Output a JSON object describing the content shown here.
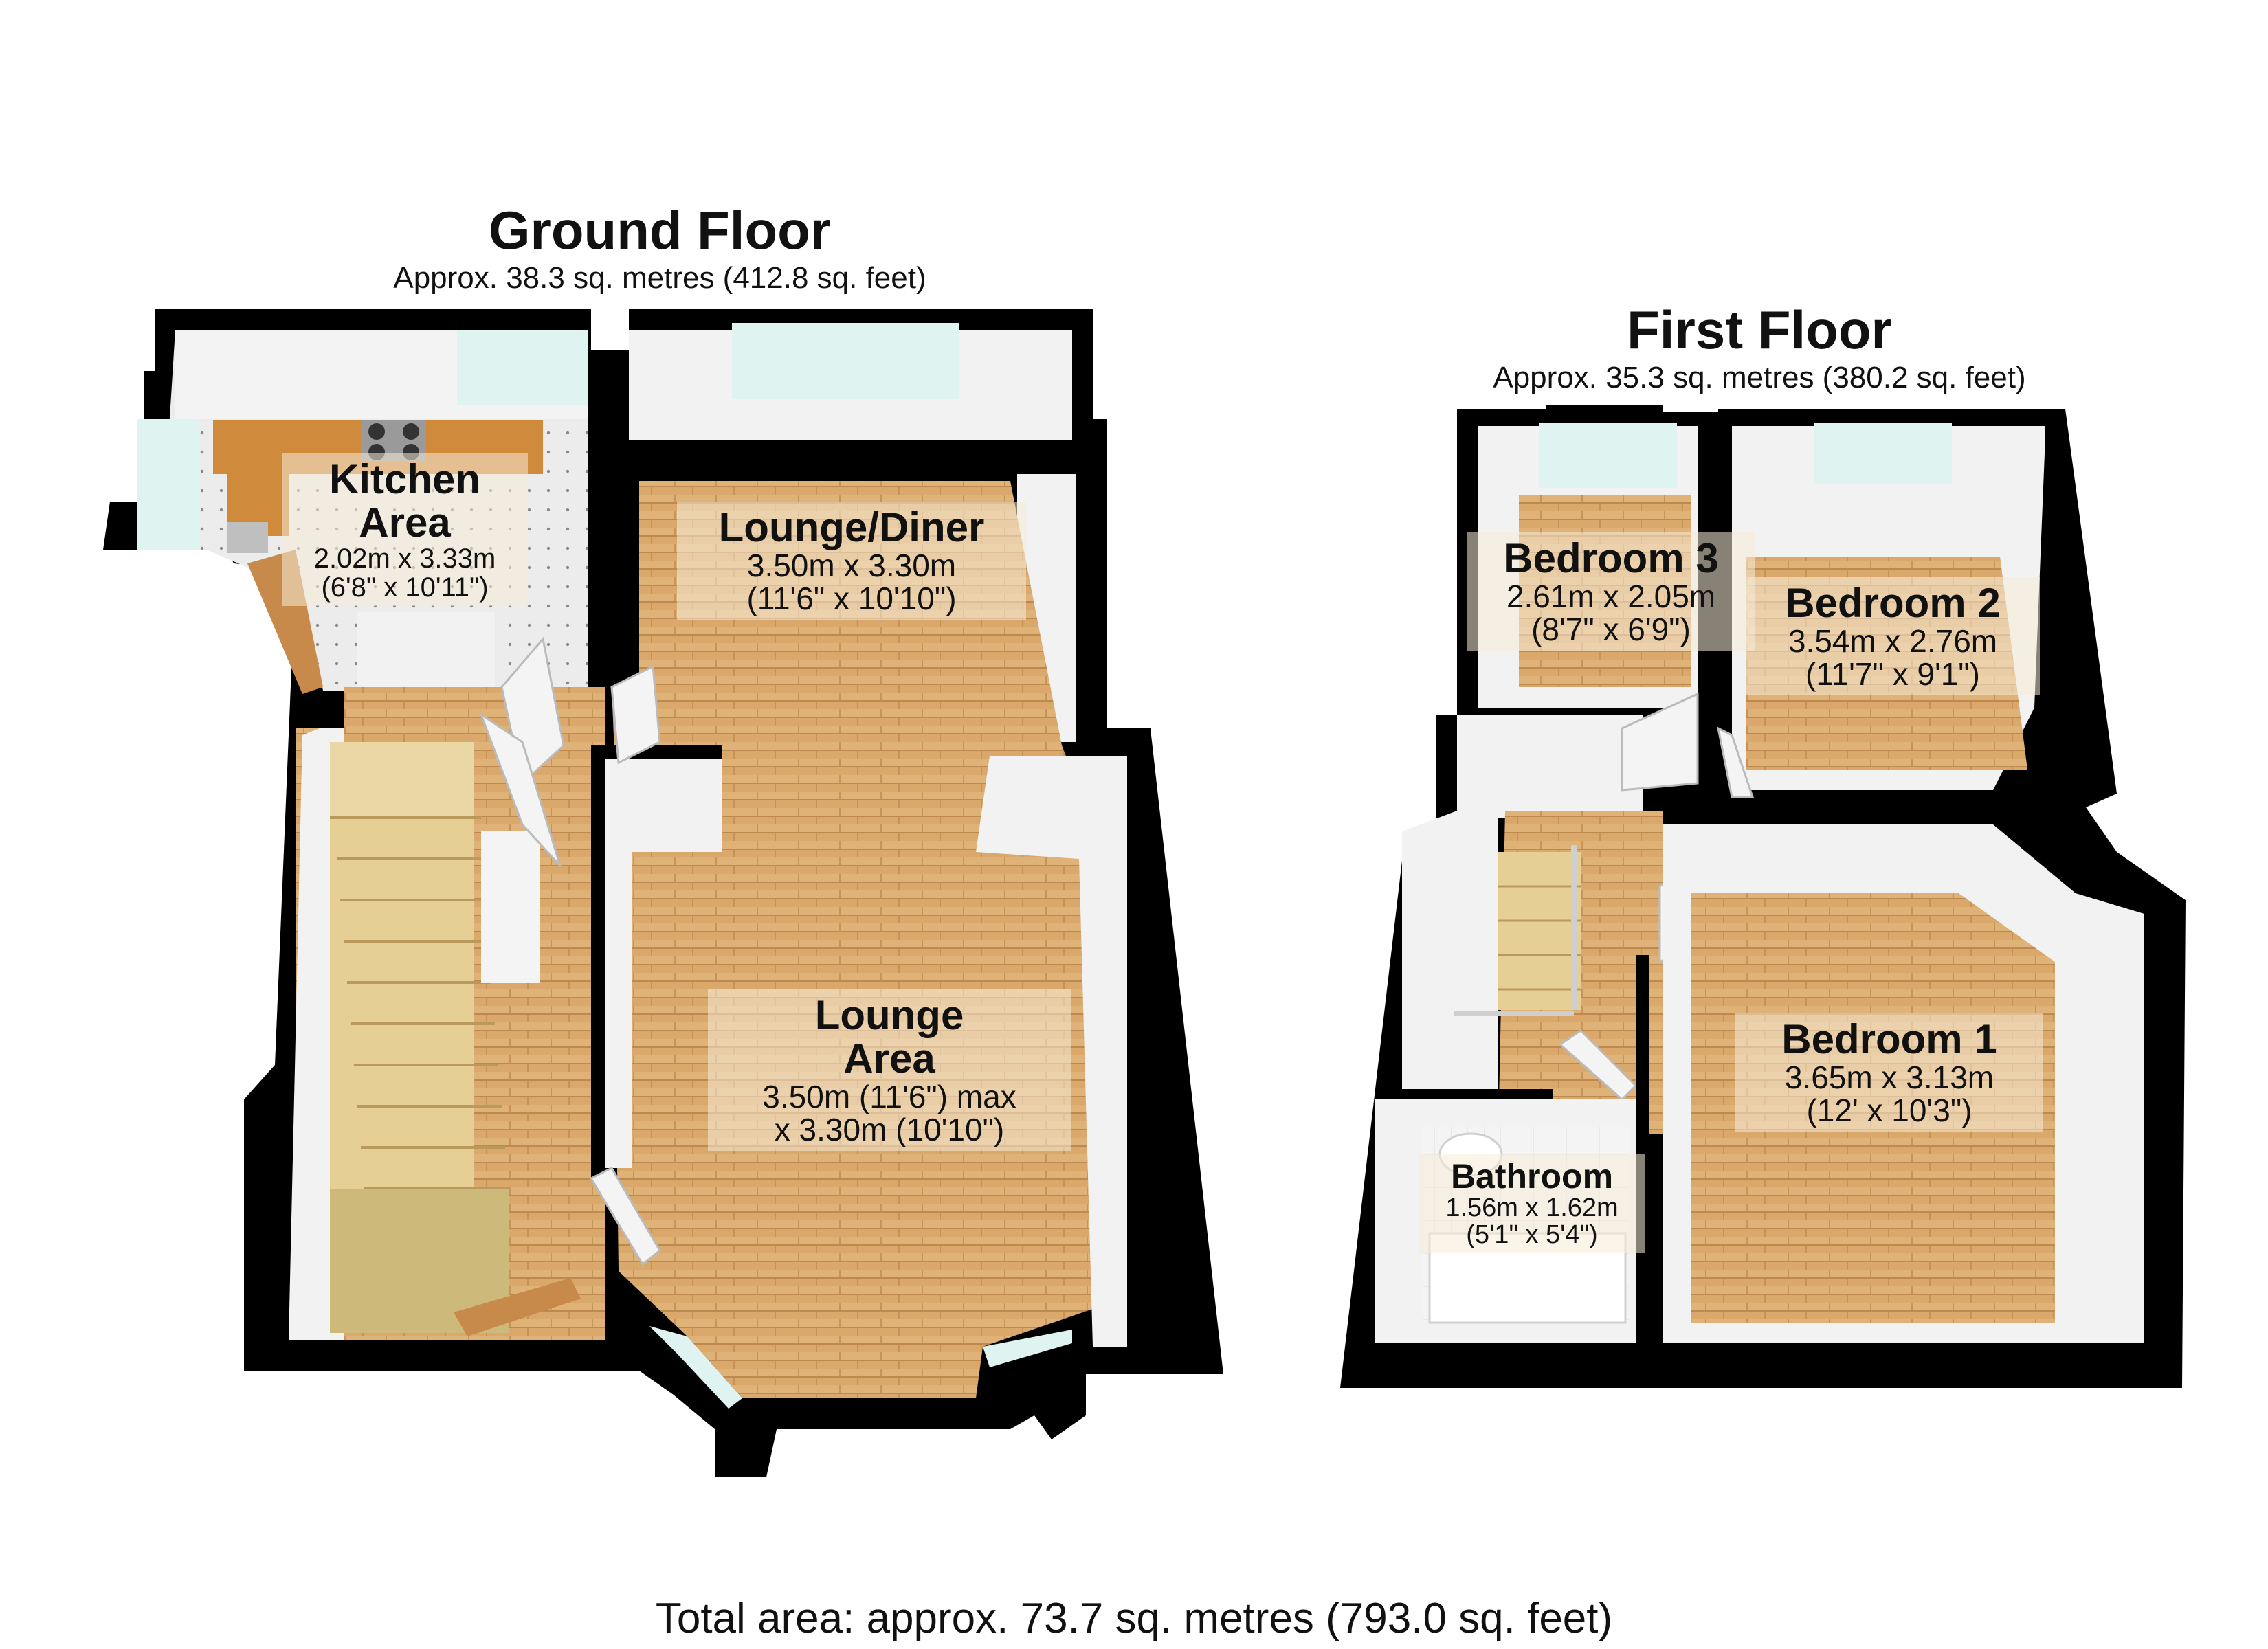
{
  "ground_floor": {
    "title": "Ground Floor",
    "area": "Approx. 38.3 sq. metres (412.8 sq. feet)",
    "rooms": {
      "kitchen": {
        "name_line1": "Kitchen",
        "name_line2": "Area",
        "dim_m": "2.02m x 3.33m",
        "dim_ft": "(6'8\" x 10'11\")"
      },
      "lounge_diner": {
        "name": "Lounge/Diner",
        "dim_m": "3.50m x 3.30m",
        "dim_ft": "(11'6\" x 10'10\")"
      },
      "lounge_area": {
        "name_line1": "Lounge",
        "name_line2": "Area",
        "dim_line1": "3.50m (11'6\") max",
        "dim_line2": "x 3.30m (10'10\")"
      }
    }
  },
  "first_floor": {
    "title": "First Floor",
    "area": "Approx. 35.3 sq. metres (380.2 sq. feet)",
    "rooms": {
      "bedroom3": {
        "name": "Bedroom 3",
        "dim_m": "2.61m x 2.05m",
        "dim_ft": "(8'7\" x 6'9\")"
      },
      "bedroom2": {
        "name": "Bedroom 2",
        "dim_m": "3.54m x 2.76m",
        "dim_ft": "(11'7\" x 9'1\")"
      },
      "bedroom1": {
        "name": "Bedroom 1",
        "dim_m": "3.65m x 3.13m",
        "dim_ft": "(12' x 10'3\")"
      },
      "bathroom": {
        "name": "Bathroom",
        "dim_m": "1.56m x 1.62m",
        "dim_ft": "(5'1\" x 5'4\")"
      }
    }
  },
  "total_area": "Total area: approx. 73.7 sq. metres (793.0 sq. feet)",
  "colors": {
    "wall": "#000000",
    "inner_wall": "#f2f2f2",
    "floor_wood": "#d9a86a",
    "floor_wood_dark": "#c28a4e",
    "window": "#dff3f0",
    "stairs": "#e6cf95",
    "counter": "#d08a3c",
    "tile": "#e8e8e8"
  }
}
